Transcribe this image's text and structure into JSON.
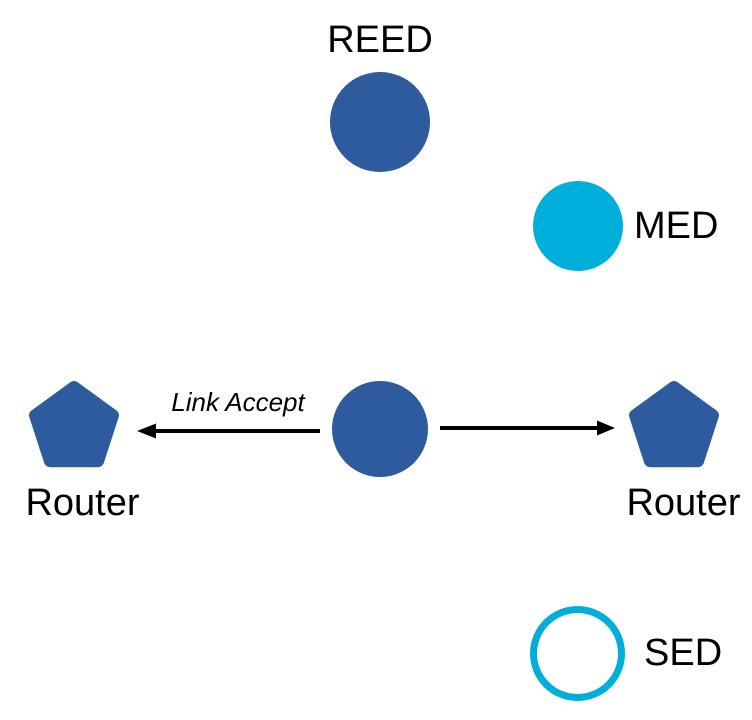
{
  "diagram": {
    "kind": "thread-network-topology",
    "nodes": [
      {
        "id": "reed",
        "label": "REED",
        "shape": "circle",
        "style": "solid-blue",
        "label_position": "above"
      },
      {
        "id": "med",
        "label": "MED",
        "shape": "circle",
        "style": "solid-cyan",
        "label_position": "right"
      },
      {
        "id": "parent",
        "label": "",
        "shape": "circle",
        "style": "solid-blue",
        "label_position": "none"
      },
      {
        "id": "router-left",
        "label": "Router",
        "shape": "pentagon",
        "style": "solid-blue",
        "label_position": "below"
      },
      {
        "id": "router-right",
        "label": "Router",
        "shape": "pentagon",
        "style": "solid-blue",
        "label_position": "below"
      },
      {
        "id": "sed",
        "label": "SED",
        "shape": "circle",
        "style": "outline-cyan",
        "label_position": "right"
      }
    ],
    "edges": [
      {
        "from": "parent",
        "to": "router-left",
        "label": "Link Accept",
        "direction": "left",
        "arrowhead": "end"
      },
      {
        "from": "parent",
        "to": "router-right",
        "label": "",
        "direction": "right",
        "arrowhead": "end"
      }
    ]
  },
  "colors": {
    "node-blue": "#2d5b9e",
    "node-cyan": "#00aedc",
    "arrow-black": "#000000",
    "label-black": "#000000",
    "background": "#ffffff"
  }
}
